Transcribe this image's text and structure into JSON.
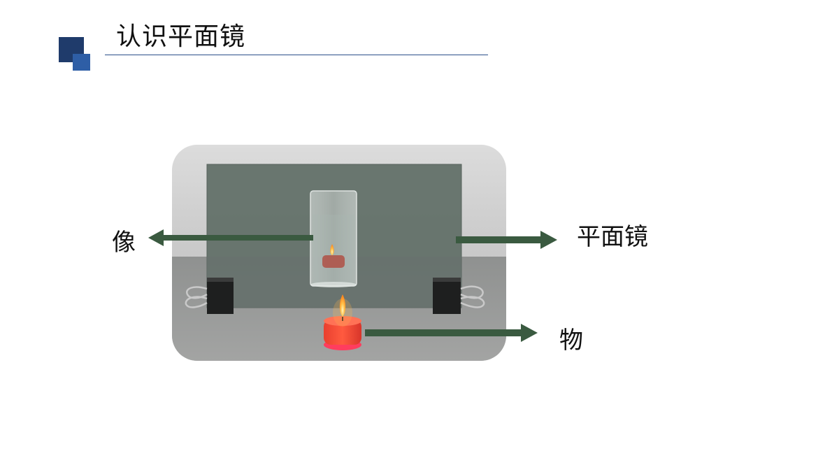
{
  "slide": {
    "title": "认识平面镜"
  },
  "labels": {
    "image": "像",
    "mirror": "平面镜",
    "object": "物"
  },
  "colors": {
    "accent_dark": "#1f3b6b",
    "accent_light": "#2e5ea6",
    "arrow": "#3a5a40"
  },
  "icons": {
    "logo": "stacked-squares-logo",
    "arrow_left": "left-arrow-icon",
    "arrow_right": "right-arrow-icon"
  }
}
